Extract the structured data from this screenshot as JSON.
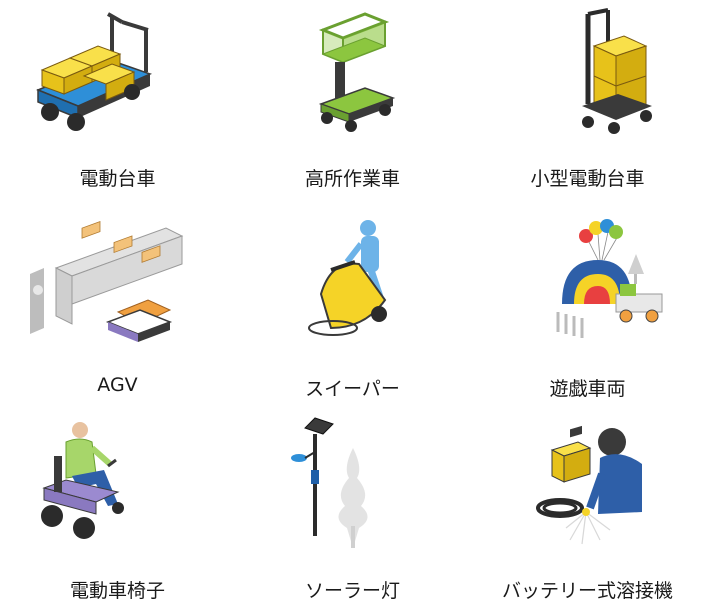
{
  "items": [
    {
      "label": "電動台車",
      "icon": "electric-cart-icon"
    },
    {
      "label": "高所作業車",
      "icon": "aerial-work-platform-icon"
    },
    {
      "label": "小型電動台車",
      "icon": "small-electric-cart-icon"
    },
    {
      "label": "AGV",
      "icon": "agv-icon"
    },
    {
      "label": "スイーパー",
      "icon": "sweeper-icon"
    },
    {
      "label": "遊戯車両",
      "icon": "amusement-vehicle-icon"
    },
    {
      "label": "電動車椅子",
      "icon": "electric-wheelchair-icon"
    },
    {
      "label": "ソーラー灯",
      "icon": "solar-light-icon"
    },
    {
      "label": "バッテリー式溶接機",
      "icon": "battery-welder-icon"
    }
  ],
  "colors": {
    "yellow": "#f5d327",
    "blue": "#2e8fd8",
    "green": "#8cc63f",
    "outline": "#3a3a3a",
    "gray": "#c8c8c8",
    "purple": "#8a79c0",
    "orange": "#f0a040"
  }
}
